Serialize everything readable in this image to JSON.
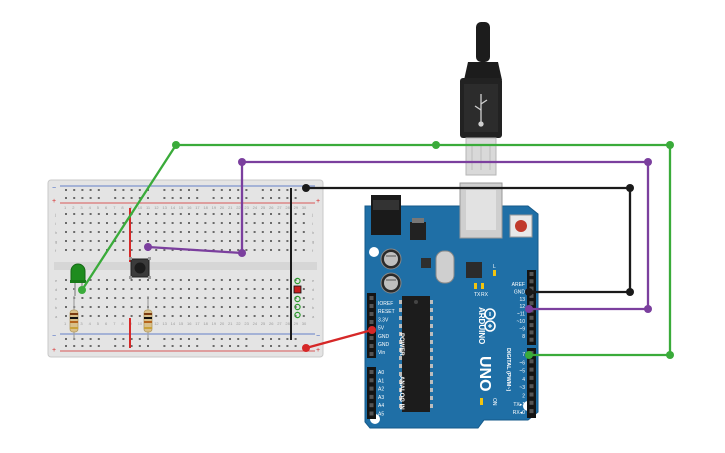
{
  "board": {
    "brand": "ARDUINO",
    "model": "UNO",
    "on_label": "ON",
    "tx_led": "TX",
    "rx_led": "RX",
    "l_led": "L",
    "power_header": "POWER",
    "analog_header": "ANALOG IN",
    "digital_header": "DIGITAL (PWM~)",
    "power_pins": [
      "IOREF",
      "RESET",
      "3.3V",
      "5V",
      "GND",
      "GND",
      "Vin"
    ],
    "analog_pins": [
      "A0",
      "A1",
      "A2",
      "A3",
      "A4",
      "A5"
    ],
    "digital_upper_pins": [
      "AREF",
      "GND",
      "13",
      "12",
      "~11",
      "~10",
      "~9",
      "8"
    ],
    "digital_lower_pins": [
      "7",
      "~6",
      "~5",
      "4",
      "~3",
      "2",
      "TX▸1",
      "RX◂0"
    ]
  },
  "breadboard": {
    "row_letters_top": [
      "j",
      "i",
      "h",
      "g",
      "f"
    ],
    "row_letters_bottom": [
      "e",
      "d",
      "c",
      "b",
      "a"
    ],
    "column_numbers": [
      "1",
      "2",
      "3",
      "4",
      "5",
      "6",
      "7",
      "8",
      "9",
      "10",
      "11",
      "12",
      "13",
      "14",
      "15",
      "16",
      "17",
      "18",
      "19",
      "20",
      "21",
      "22",
      "23",
      "24",
      "25",
      "26",
      "27",
      "28",
      "29",
      "30"
    ],
    "rail_plus": "+",
    "rail_minus": "−"
  },
  "colors": {
    "board": "#1f6fa6",
    "wire_green": "#3aab3a",
    "wire_purple": "#7b3f9e",
    "wire_black": "#1a1a1a",
    "wire_red": "#d62828",
    "led": "#1e8c1e",
    "breadboard": "#e6e6e6"
  },
  "wires": [
    {
      "color": "green",
      "from": "LED anode (breadboard)",
      "to": "Arduino pin 7"
    },
    {
      "color": "purple",
      "from": "push button (breadboard)",
      "to": "Arduino pin 12"
    },
    {
      "color": "black",
      "from": "breadboard ground rail",
      "to": "Arduino GND"
    },
    {
      "color": "red",
      "from": "breadboard power rail",
      "to": "Arduino 5V"
    }
  ],
  "components": [
    "usb-cable",
    "arduino-uno",
    "breadboard",
    "led",
    "push-button",
    "resistor",
    "resistor",
    "power-jack",
    "reset-button"
  ]
}
